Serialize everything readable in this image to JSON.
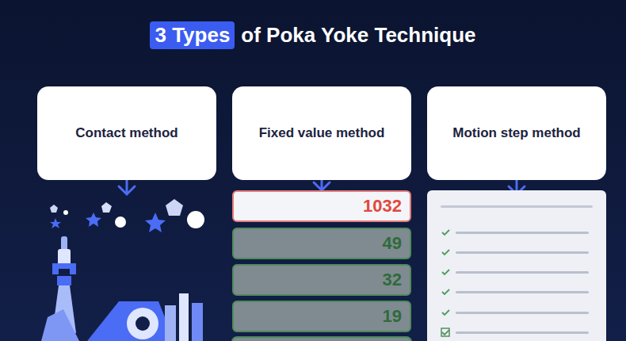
{
  "diagram": {
    "nodes": [
      {
        "text": [
          "3 Types"
        ]
      },
      {
        "text": [
          "Contact method"
        ]
      },
      {
        "text": [
          "Fixed value method"
        ]
      },
      {
        "text": [
          "Motion step method"
        ]
      },
      {
        "text": [
          "1032"
        ]
      },
      {
        "text": [
          "49"
        ]
      },
      {
        "text": [
          "32"
        ]
      },
      {
        "text": [
          "19"
        ]
      }
    ],
    "edges": [
      {
        "from": 2,
        "to": 4,
        "arrow": "to"
      }
    ],
    "labels": [
      "of Poka Yoke Technique"
    ]
  }
}
